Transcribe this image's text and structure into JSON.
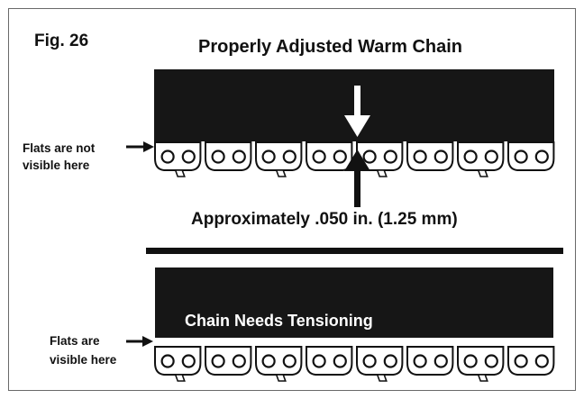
{
  "figure": {
    "label": "Fig. 26",
    "title": "Properly Adjusted Warm Chain",
    "measurement": "Approximately .050 in. (1.25 mm)",
    "top_note": {
      "line1": "Flats are not",
      "line2": "visible here"
    },
    "bottom_band_label": "Chain Needs Tensioning",
    "bottom_note": {
      "line1": "Flats are",
      "line2": "visible here"
    }
  }
}
